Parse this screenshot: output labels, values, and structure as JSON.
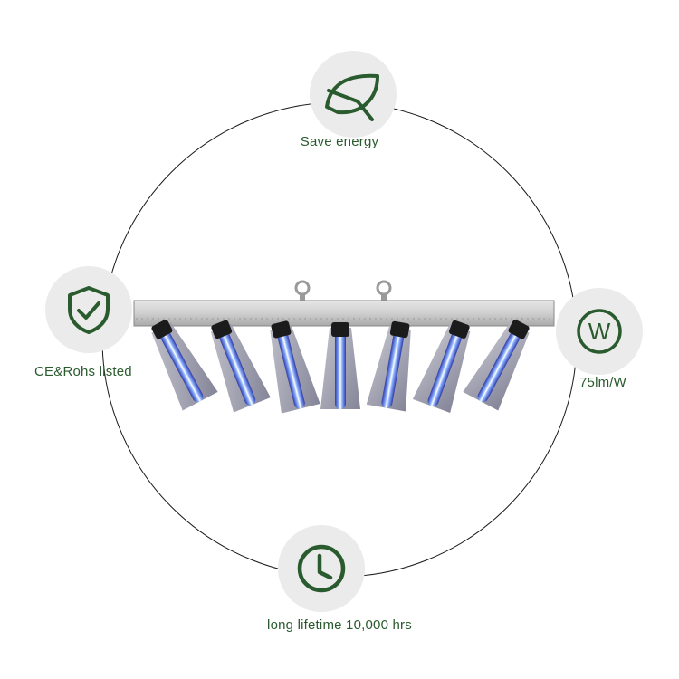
{
  "features": {
    "top": {
      "label": "Save energy",
      "icon": "leaf-icon"
    },
    "left": {
      "label": "CE&Rohs listed",
      "icon": "shield-check-icon"
    },
    "right": {
      "label": "75lm/W",
      "icon": "watt-icon",
      "icon_text": "W"
    },
    "bottom": {
      "label": "long lifetime 10,000 hrs",
      "icon": "clock-icon"
    }
  },
  "product": {
    "name": "led-grow-light-fixture",
    "tube_count": 7
  },
  "colors": {
    "accent_green": "#2a5b2e",
    "badge_bg": "#ebebeb",
    "ring": "#1a1a1a",
    "tube_glow": "#4d5fd8"
  }
}
